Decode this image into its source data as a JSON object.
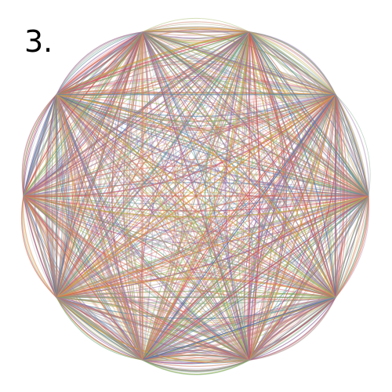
{
  "figure": {
    "label": "3.",
    "description_of_structure": {
      "vertex_count": 10,
      "style": "dense chord diagram connecting all vertices of a decagon with many straight and curved colored lines"
    },
    "palette": [
      "#e07a5f",
      "#d1495b",
      "#8a5a9b",
      "#4f7cac",
      "#6aa37b",
      "#9bb55a",
      "#d8a13a",
      "#a3a3a3",
      "#c97b63",
      "#b07aa1"
    ]
  }
}
